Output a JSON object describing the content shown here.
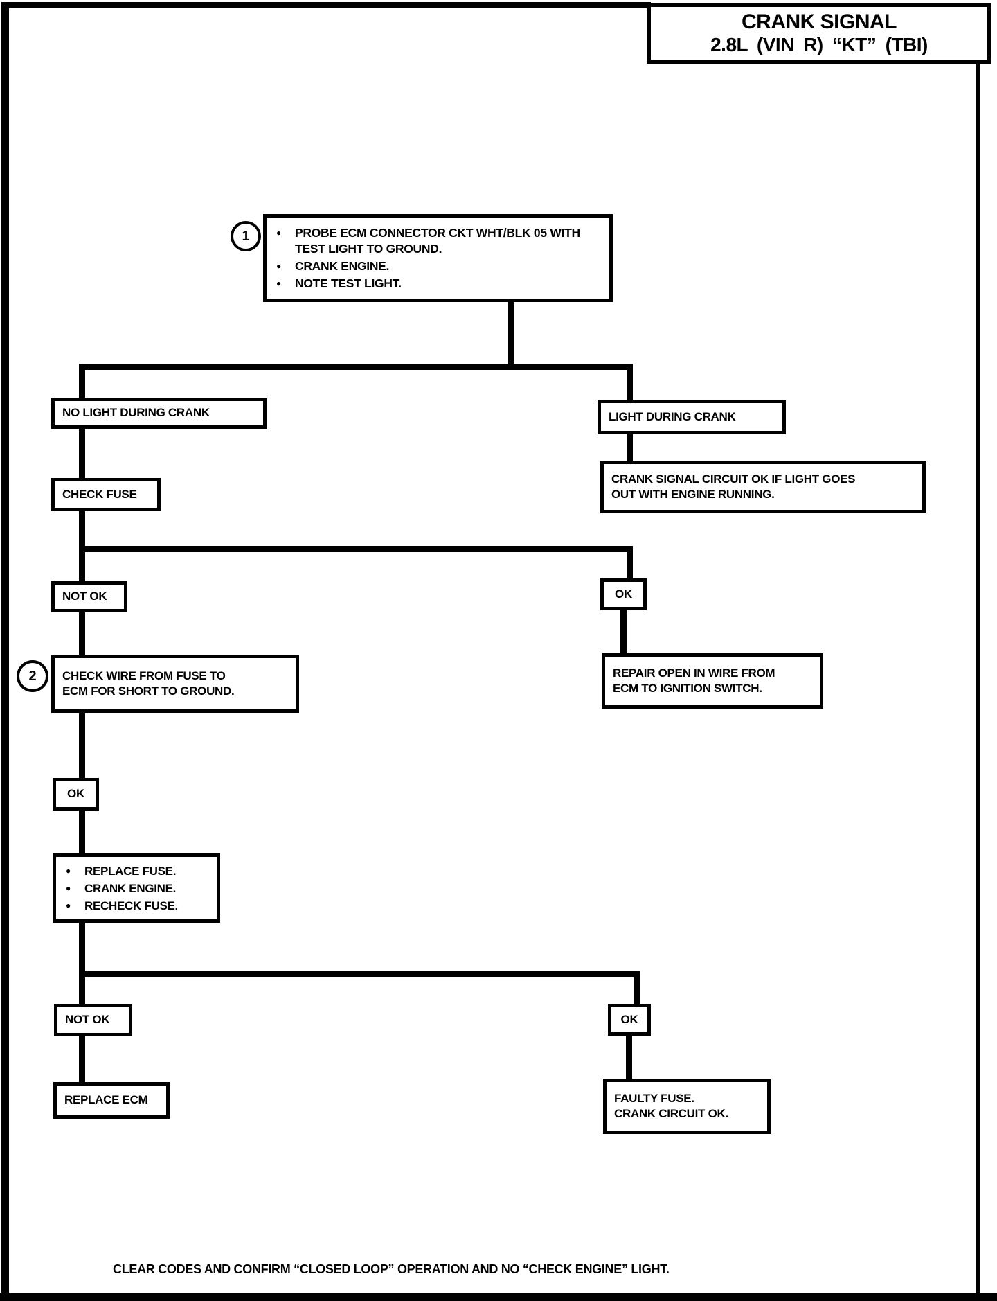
{
  "title": {
    "line1": "CRANK SIGNAL",
    "line2": "2.8L (VIN R) “KT” (TBI)"
  },
  "colors": {
    "ink": "#000000",
    "paper": "#ffffff"
  },
  "glyphs": {
    "bullet": "●"
  },
  "nodes": {
    "step1": {
      "marker": "1",
      "bullets": [
        "PROBE ECM CONNECTOR CKT WHT/BLK 05 WITH TEST LIGHT TO GROUND.",
        "CRANK ENGINE.",
        "NOTE TEST LIGHT."
      ]
    },
    "no_light": {
      "label": "NO LIGHT DURING CRANK"
    },
    "light": {
      "label": "LIGHT DURING CRANK"
    },
    "check_fuse": {
      "label": "CHECK FUSE"
    },
    "crank_signal_ok": {
      "lines": [
        "CRANK SIGNAL CIRCUIT OK IF LIGHT GOES",
        "OUT WITH ENGINE RUNNING."
      ]
    },
    "not_ok_1": {
      "label": "NOT OK"
    },
    "ok_1": {
      "label": "OK"
    },
    "step2": {
      "marker": "2",
      "lines": [
        "CHECK WIRE FROM FUSE TO",
        "ECM FOR SHORT TO GROUND."
      ]
    },
    "repair_open": {
      "lines": [
        "REPAIR OPEN IN WIRE FROM",
        "ECM TO IGNITION SWITCH."
      ]
    },
    "ok_2": {
      "label": "OK"
    },
    "replace_fuse": {
      "bullets": [
        "REPLACE FUSE.",
        "CRANK ENGINE.",
        "RECHECK FUSE."
      ]
    },
    "not_ok_2": {
      "label": "NOT OK"
    },
    "ok_3": {
      "label": "OK"
    },
    "replace_ecm": {
      "label": "REPLACE ECM"
    },
    "faulty_fuse": {
      "lines": [
        "FAULTY FUSE.",
        "CRANK CIRCUIT OK."
      ]
    }
  },
  "footer": {
    "note": "CLEAR CODES AND CONFIRM “CLOSED LOOP” OPERATION AND NO “CHECK ENGINE” LIGHT."
  }
}
